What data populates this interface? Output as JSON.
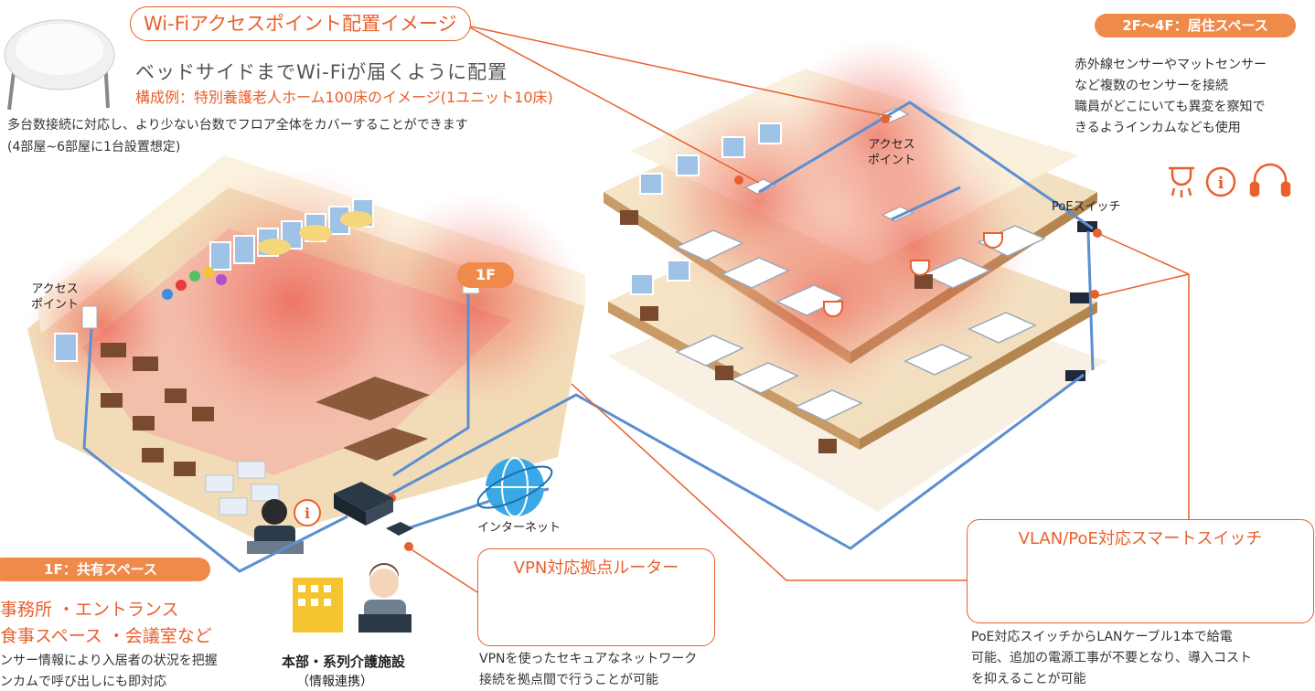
{
  "title": "Wi-Fiアクセスポイント配置イメージ",
  "subtitle": "ベッドサイドまでWi-Fiが届くように配置",
  "example": "構成例：特別養護老人ホーム100床のイメージ(1ユニット10床)",
  "description": "多台数接続に対応し、より少ない台数でフロア全体をカバーすることができます",
  "description_note": "(4部屋~6部屋に1台設置想定)",
  "floor_1f": "1F",
  "ap_label_left": [
    "アクセス",
    "ポイント"
  ],
  "ap_label_upper": [
    "アクセス",
    "ポイント"
  ],
  "poe_switch_label": "PoEスイッチ",
  "internet_label": "インターネット",
  "residential": {
    "tag": "2F～4F：居住スペース",
    "lines": [
      "赤外線センサーやマットセンサー",
      "など複数のセンサーを接続",
      "職員がどこにいても異変を察知で",
      "きるようインカムなども使用"
    ],
    "icons": [
      "camera-dome-icon",
      "info-circle-icon",
      "headset-icon"
    ]
  },
  "shared": {
    "tag": "1F：共有スペース",
    "lines": [
      "事務所 ・エントランス",
      "食事スペース ・会議室など"
    ],
    "notes": [
      "ンサー情報により入居者の状況を把握",
      "ンカムで呼び出しにも即対応"
    ]
  },
  "hq": {
    "title": "本部・系列介護施設",
    "sub": "（情報連携）"
  },
  "vpn": {
    "title": "VPN対応拠点ルーター",
    "lines": [
      "VPNを使ったセキュアなネットワーク",
      "接続を拠点間で行うことが可能"
    ]
  },
  "vlan": {
    "title": "VLAN/PoE対応スマートスイッチ",
    "lines": [
      "PoE対応スイッチからLANケーブル1本で給電",
      "可能、追加の電源工事が不要となり、導入コスト",
      "を抑えることが可能"
    ]
  },
  "colors": {
    "accent": "#e8602c",
    "tag": "#f08a4b",
    "cable": "#5b8fd0",
    "wifi": "#e8392c"
  }
}
